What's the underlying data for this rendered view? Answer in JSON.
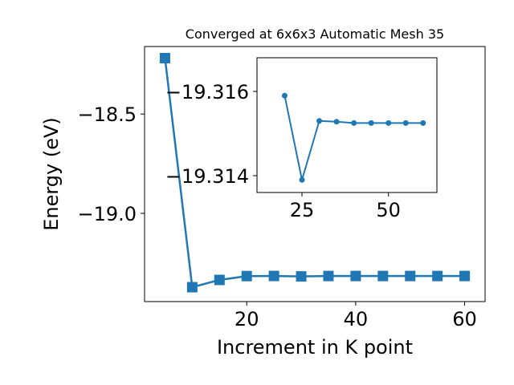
{
  "chart_data": [
    {
      "type": "line",
      "title": "Converged at 6x6x3 Automatic Mesh 35",
      "xlabel": "Increment in K point",
      "ylabel": "Energy (eV)",
      "xlim": [
        1.25,
        63.75
      ],
      "ylim": [
        -19.4443,
        -18.1598
      ],
      "xticks": [
        "20",
        "40",
        "60"
      ],
      "yticks": [
        "−18.5",
        "−19.0"
      ],
      "xtick_values": [
        20,
        40,
        60
      ],
      "ytick_values": [
        -18.5,
        -19.0
      ],
      "marker": "square",
      "color": "#1f77b4",
      "series": [
        {
          "x": [
            5,
            10,
            15,
            20,
            25,
            30,
            35,
            40,
            45,
            50,
            55,
            60
          ],
          "y": [
            -18.2182,
            -19.3718,
            -19.3352,
            -19.3159,
            -19.3153,
            -19.3175,
            -19.3155,
            -19.3155,
            -19.3155,
            -19.3155,
            -19.3155,
            -19.3155
          ]
        }
      ]
    },
    {
      "type": "line",
      "title": "",
      "xlabel": "",
      "ylabel": "",
      "xlim": [
        12,
        64
      ],
      "ylim": [
        -19.3136,
        -19.3168
      ],
      "xticks": [
        "25",
        "50"
      ],
      "yticks": [
        "−19.316",
        "−19.314"
      ],
      "xtick_values": [
        25,
        50
      ],
      "ytick_values": [
        -19.316,
        -19.314
      ],
      "marker": "circle",
      "color": "#1f77b4",
      "series": [
        {
          "x": [
            20,
            25,
            30,
            35,
            40,
            45,
            50,
            55,
            60
          ],
          "y": [
            -19.3159,
            -19.3139,
            -19.3153,
            -19.31528,
            -19.31525,
            -19.31525,
            -19.31525,
            -19.31525,
            -19.31525
          ]
        }
      ]
    }
  ]
}
